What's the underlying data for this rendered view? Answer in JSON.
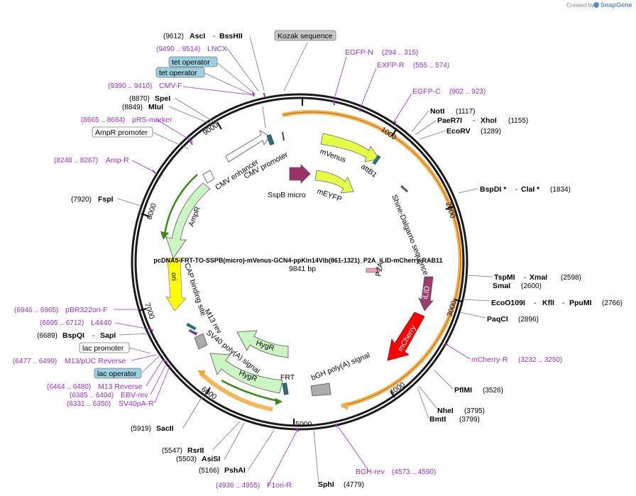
{
  "brand": {
    "created_by": "Created by",
    "name": "SnapGene"
  },
  "plasmid": {
    "name": "pcDNA5-FRT-TO-SSPB(micro)-mVenus-GCN4-ppKin14VIb(861-1321)_P2A_iLID-mCherry-RAB11",
    "size": "9841 bp",
    "length": 9841
  },
  "ticks": [
    {
      "bp": 1000,
      "label": "1000"
    },
    {
      "bp": 2000,
      "label": "2000"
    },
    {
      "bp": 3000,
      "label": "3000"
    },
    {
      "bp": 4000,
      "label": "4000"
    },
    {
      "bp": 5000,
      "label": "5000"
    },
    {
      "bp": 6000,
      "label": "6000"
    },
    {
      "bp": 7000,
      "label": "7000"
    },
    {
      "bp": 8000,
      "label": "8000"
    },
    {
      "bp": 9000,
      "label": "9000"
    }
  ],
  "sites": [
    {
      "pos": "(9612)",
      "name": "AscI",
      "extra": "-",
      "name2": "BssHII"
    },
    {
      "pos": "(8870)",
      "name": "SpeI"
    },
    {
      "pos": "(8849)",
      "name": "MluI"
    },
    {
      "pos": "(7920)",
      "name": "FspI"
    },
    {
      "pos": "(6689)",
      "name": "BspQI",
      "extra": "-",
      "name2": "SapI"
    },
    {
      "pos": "(5919)",
      "name": "SacII"
    },
    {
      "pos": "(5547)",
      "name": "RsrII"
    },
    {
      "pos": "(5503)",
      "name": "AsiSI"
    },
    {
      "pos": "(5166)",
      "name": "PshAI"
    },
    {
      "pos": "(4779)",
      "name": "SphI"
    },
    {
      "pos": "(1117)",
      "name": "NotI"
    },
    {
      "pos": "(1155)",
      "name": "PaeR7I",
      "extra": "-",
      "name2": "XhoI"
    },
    {
      "pos": "(1289)",
      "name": "EcoRV"
    },
    {
      "pos": "(1834)",
      "name": "BspDI *",
      "extra": "-",
      "name2": "ClaI *"
    },
    {
      "pos": "(2598)",
      "name": "TspMI",
      "extra": "-",
      "name2": "XmaI"
    },
    {
      "pos": "(2600)",
      "name": "SmaI"
    },
    {
      "pos": "(2766)",
      "name": "EcoO109I",
      "extra": "-",
      "name2": "KflI",
      "extra2": "-",
      "name3": "PpuMI"
    },
    {
      "pos": "(2896)",
      "name": "PaqCI"
    },
    {
      "pos": "(3526)",
      "name": "PflMI"
    },
    {
      "pos": "(3795)",
      "name": "NheI"
    },
    {
      "pos": "(3799)",
      "name": "BmtI"
    }
  ],
  "primers": [
    {
      "range": "(9490 .. 9514)",
      "name": "LNCX"
    },
    {
      "range": "(9390 .. 9410)",
      "name": "CMV-F"
    },
    {
      "range": "(8665 .. 8684)",
      "name": "pRS-marker"
    },
    {
      "range": "(8248 .. 8267)",
      "name": "Amp-R"
    },
    {
      "range": "(6946 .. 6965)",
      "name": "pBR322ori-F"
    },
    {
      "range": "(6695 .. 6712)",
      "name": "L4440"
    },
    {
      "range": "(6477 .. 6499)",
      "name": "M13/pUC Reverse"
    },
    {
      "range": "(6464 .. 6480)",
      "name": "M13 Reverse"
    },
    {
      "range": "(6385 .. 6404)",
      "name": "EBV-rev"
    },
    {
      "range": "(6331 .. 6350)",
      "name": "SV40pA-R"
    },
    {
      "range": "(4936 .. 4955)",
      "name": "F1ori-R"
    },
    {
      "range": "(4573 .. 4590)",
      "name": "BGH-rev"
    },
    {
      "range": "(3232 .. 3250)",
      "name": "mCherry-R"
    },
    {
      "range": "(902 .. 923)",
      "name": "EGFP-C"
    },
    {
      "range": "(555 .. 574)",
      "name": "EXFP-R"
    },
    {
      "range": "(294 .. 315)",
      "name": "EGFP-N"
    }
  ],
  "boxed": [
    {
      "label": "Kozak sequence",
      "fill": "#c8c8c8"
    },
    {
      "label": "tet operator",
      "fill": "#9ccfe0"
    },
    {
      "label": "tet operator",
      "fill": "#9ccfe0"
    },
    {
      "label": "AmpR promoter",
      "fill": "#ffffff"
    },
    {
      "label": "lac promoter",
      "fill": "#ffffff"
    },
    {
      "label": "lac operator",
      "fill": "#9ccfe0"
    }
  ],
  "features": {
    "cmv_enhancer": "CMV enhancer",
    "cmv_promoter": "CMV promoter",
    "mvenus": "mVenus",
    "attb1": "attB1",
    "sspb": "SspB micro",
    "meyfp": "mEYFP",
    "shine": "Shine-Dalgarno sequence",
    "p2a": "P2A",
    "ilid": "iLID",
    "mcherry": "mCherry",
    "bgh": "bGH poly(A) signal",
    "frt": "FRT",
    "hygr1": "HygR",
    "hygr2": "HygR",
    "sv40": "SV40 poly(A) signal",
    "m13rev": "M13 rev",
    "cap": "CAP binding site",
    "ori": "ori",
    "ampr": "AmpR"
  },
  "colors": {
    "backbone": "#1a1a1a",
    "primer": "#9b30c8",
    "yellow_green": "#e6ff44",
    "green_light": "#ccf5c4",
    "green_dark": "#3a8a1a",
    "ori": "#ffff00",
    "orange": "#f2a93b",
    "maroon": "#993366",
    "red": "#ff0000",
    "purple_ilid": "#9b3b6e",
    "gray_feature": "#aaaaaa"
  }
}
